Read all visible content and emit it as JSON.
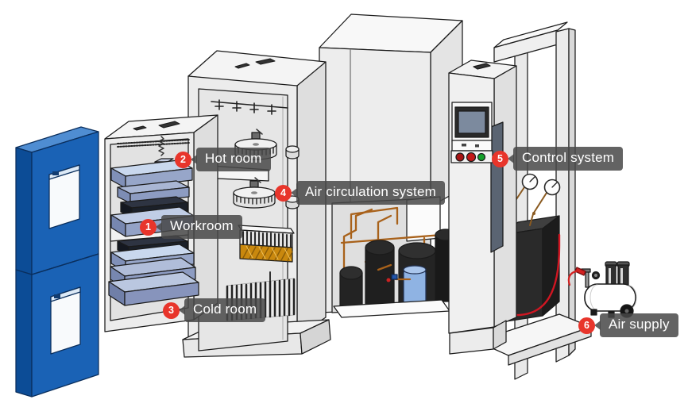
{
  "callouts": [
    {
      "number": "1",
      "label": "Workroom"
    },
    {
      "number": "2",
      "label": "Hot room"
    },
    {
      "number": "3",
      "label": "Cold room"
    },
    {
      "number": "4",
      "label": "Air circulation system"
    },
    {
      "number": "5",
      "label": "Control system"
    },
    {
      "number": "6",
      "label": "Air supply"
    }
  ],
  "colors": {
    "badge_red": "#e8352b",
    "callout_bg": "rgba(72,72,72,0.85)",
    "callout_text": "#ffffff",
    "frame_blue": "#1a62b5",
    "copper_pipe": "#a8611a",
    "button_red": "#c41818",
    "button_green": "#14a02a",
    "canvas": "#ffffff"
  }
}
